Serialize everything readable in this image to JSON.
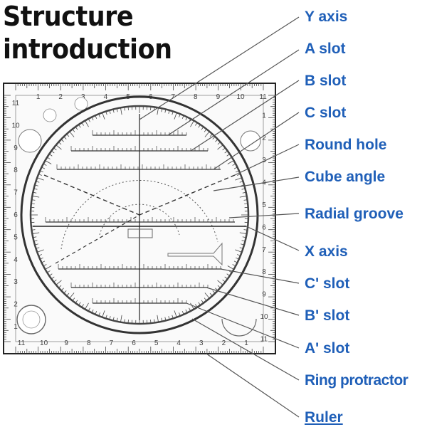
{
  "title": {
    "line1": "Structure",
    "line2": "introduction"
  },
  "labels": [
    {
      "id": "y-axis",
      "text": "Y axis"
    },
    {
      "id": "a-slot",
      "text": "A slot"
    },
    {
      "id": "b-slot",
      "text": "B slot"
    },
    {
      "id": "c-slot",
      "text": "C slot"
    },
    {
      "id": "round-hole",
      "text": "Round hole"
    },
    {
      "id": "cube-angle",
      "text": "Cube angle"
    },
    {
      "id": "radial-groove",
      "text": "Radial groove"
    },
    {
      "id": "x-axis",
      "text": "X axis"
    },
    {
      "id": "c-prime-slot",
      "text": "C' slot"
    },
    {
      "id": "b-prime-slot",
      "text": "B' slot"
    },
    {
      "id": "a-prime-slot",
      "text": "A' slot"
    },
    {
      "id": "ring-protractor",
      "text": "Ring protractor"
    },
    {
      "id": "ruler",
      "text": "Ruler"
    }
  ],
  "ruler": {
    "top_numbers": [
      "1",
      "2",
      "3",
      "4",
      "5",
      "6",
      "7",
      "8",
      "9",
      "10",
      "11"
    ],
    "bottom_numbers": [
      "11",
      "10",
      "9",
      "8",
      "7",
      "6",
      "5",
      "4",
      "3",
      "2",
      "1"
    ],
    "left_numbers": [
      "11",
      "10",
      "9",
      "8",
      "7",
      "6",
      "5",
      "4",
      "3",
      "2",
      "1"
    ],
    "right_numbers": [
      "1",
      "2",
      "3",
      "4",
      "5",
      "6",
      "7",
      "8",
      "9",
      "10",
      "11"
    ]
  },
  "colors": {
    "label": "#1f5fb8",
    "line": "#555555",
    "ink": "#111111"
  }
}
